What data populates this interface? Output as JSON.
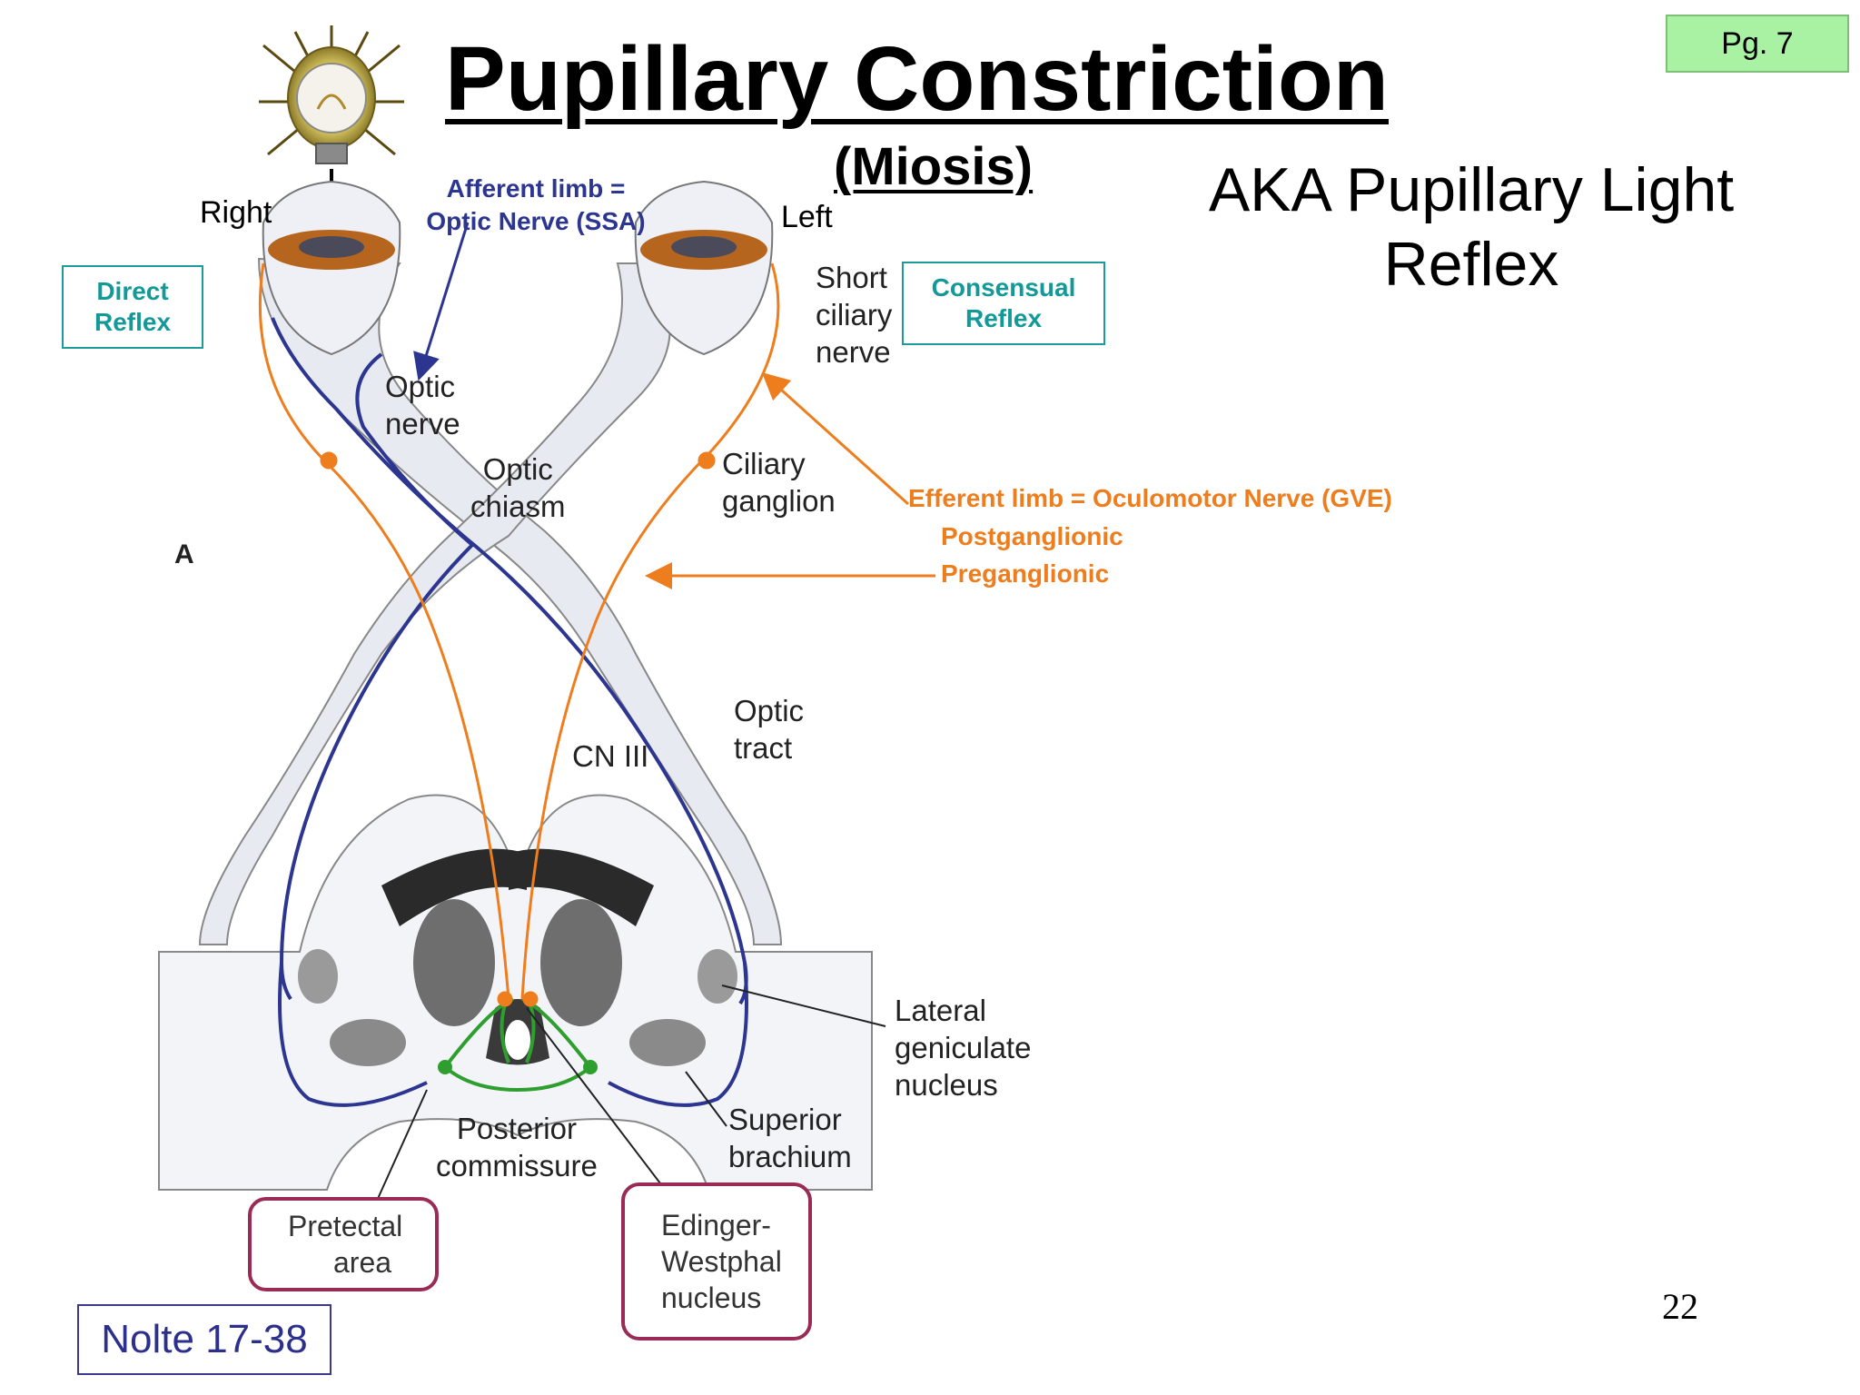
{
  "title": "Pupillary Constriction",
  "subtitle": "(Miosis)",
  "aka": "AKA Pupillary Light Reflex",
  "page_badge": "Pg. 7",
  "slide_number": "22",
  "citation": "Nolte 17-38",
  "figure_letter": "A",
  "labels": {
    "right": "Right",
    "left": "Left",
    "afferent_line1": "Afferent limb =",
    "afferent_line2": "Optic Nerve (SSA)",
    "direct_line1": "Direct",
    "direct_line2": "Reflex",
    "consensual_line1": "Consensual",
    "consensual_line2": "Reflex",
    "efferent": "Efferent limb = Oculomotor Nerve (GVE)",
    "postganglionic": "Postganglionic",
    "preganglionic": "Preganglionic"
  },
  "diagram_labels": {
    "short_ciliary_1": "Short",
    "short_ciliary_2": "ciliary",
    "short_ciliary_3": "nerve",
    "optic_nerve_1": "Optic",
    "optic_nerve_2": "nerve",
    "optic_chiasm_1": "Optic",
    "optic_chiasm_2": "chiasm",
    "ciliary_ganglion_1": "Ciliary",
    "ciliary_ganglion_2": "ganglion",
    "optic_tract_1": "Optic",
    "optic_tract_2": "tract",
    "cn3": "CN III",
    "lgn_1": "Lateral",
    "lgn_2": "geniculate",
    "lgn_3": "nucleus",
    "superior_brachium_1": "Superior",
    "superior_brachium_2": "brachium",
    "posterior_commissure_1": "Posterior",
    "posterior_commissure_2": "commissure",
    "pretectal_1": "Pretectal",
    "pretectal_2": "area",
    "ew_1": "Edinger-",
    "ew_2": "Westphal",
    "ew_3": "nucleus"
  },
  "colors": {
    "afferent_blue": "#2c3590",
    "efferent_orange": "#ee7d1e",
    "interneuron_green": "#2e9e2e",
    "teal": "#149999",
    "maroon": "#9a2a56",
    "badge_green": "#a9f2a3"
  }
}
